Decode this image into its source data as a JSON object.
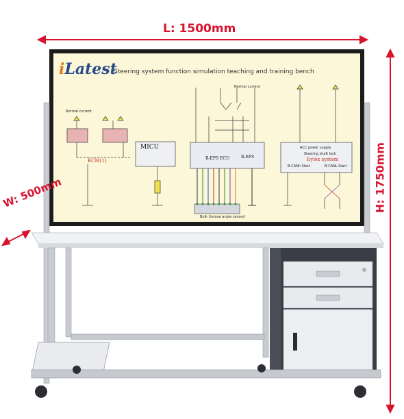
{
  "dimensions": {
    "length": "L: 1500mm",
    "width": "W: 500mm",
    "height": "H: 1750mm",
    "color": "#d8132e"
  },
  "board": {
    "brand": "iLatest",
    "title": "Steering system function simulation teaching and training bench",
    "labels": {
      "bcm": "BCM(1)",
      "micu": "MICU",
      "eps_ecu": "R-EPS ECU",
      "eps_right": "R-EPS",
      "eyl_system": "Eylex system",
      "normal_current_1": "Normal current",
      "normal_current_2": "Normal current",
      "steering_lock": "Steering shaft lock",
      "power_supply": "ACC power supply",
      "can_start_1": "B-CANh Start",
      "can_start_2": "B-CANL Start",
      "bulk_sensor": "Bulk (torque angle sensor)"
    }
  }
}
